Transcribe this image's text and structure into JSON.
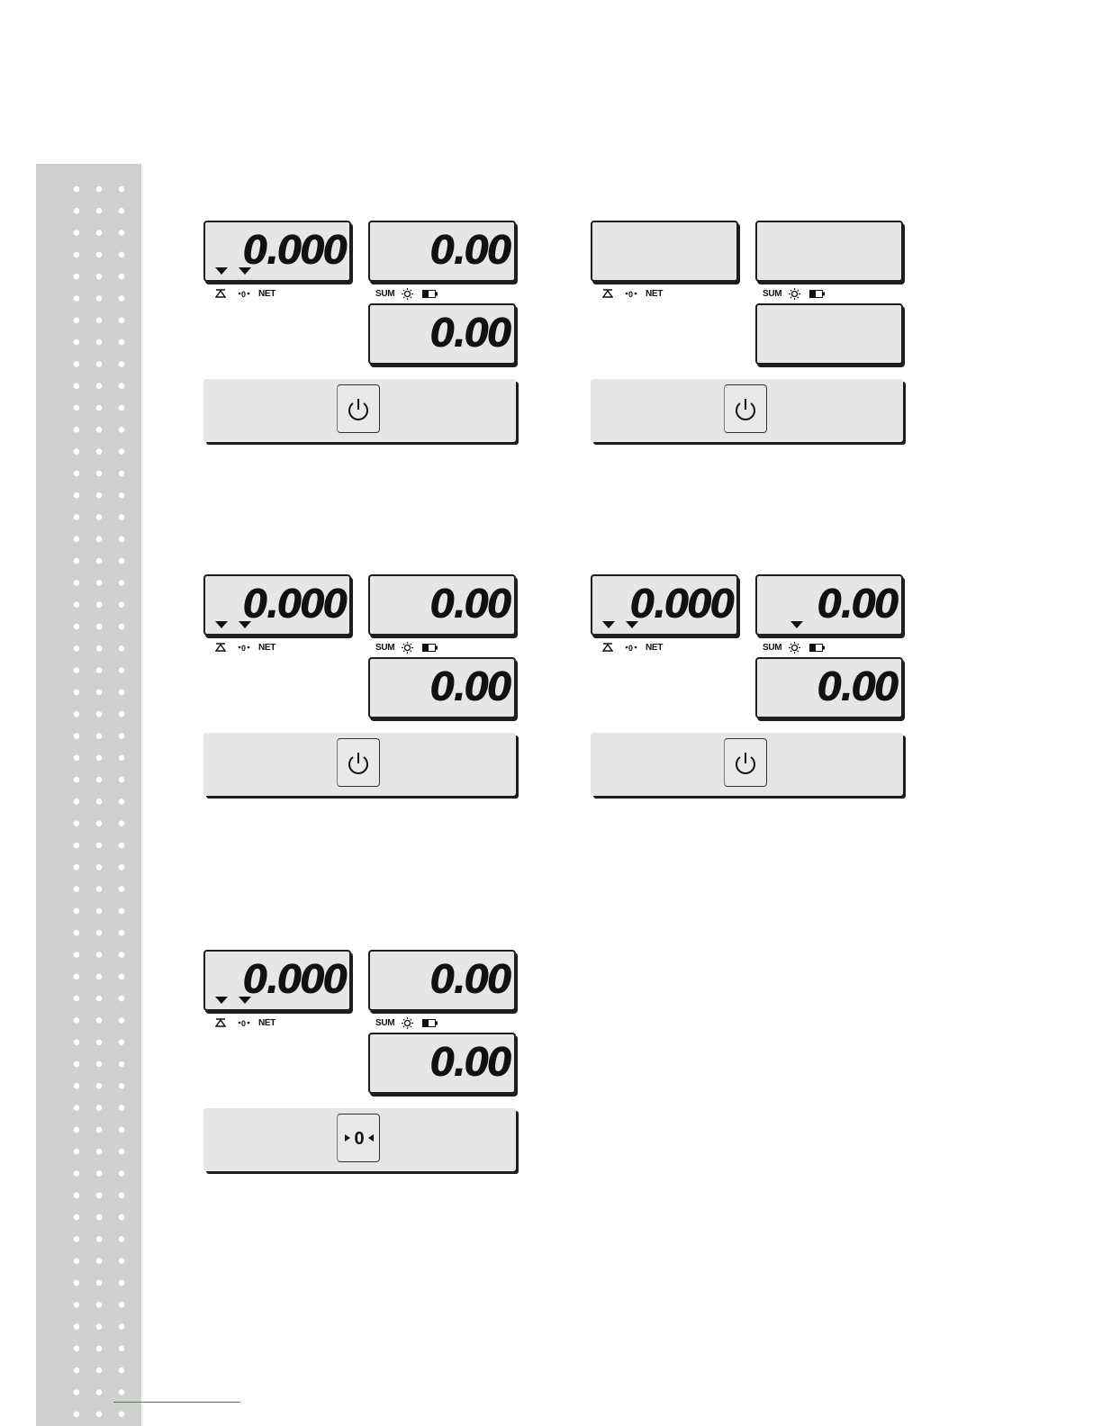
{
  "indicator_labels": {
    "left": [
      "NET"
    ],
    "right": [
      "SUM"
    ]
  },
  "scales": [
    {
      "id": "s1",
      "weight": "0.000",
      "price": "0.00",
      "total": "0.00",
      "weight_arrows": 2,
      "price_arrow": false,
      "key_icon": "power-icon"
    },
    {
      "id": "s2",
      "weight": "",
      "price": "",
      "total": "",
      "weight_arrows": 0,
      "price_arrow": false,
      "key_icon": "power-icon"
    },
    {
      "id": "s3",
      "weight": "0.000",
      "price": "0.00",
      "total": "0.00",
      "weight_arrows": 2,
      "price_arrow": false,
      "key_icon": "power-icon"
    },
    {
      "id": "s4",
      "weight": "0.000",
      "price": "0.00",
      "total": "0.00",
      "weight_arrows": 2,
      "price_arrow": true,
      "key_icon": "power-icon"
    },
    {
      "id": "s5",
      "weight": "0.000",
      "price": "0.00",
      "total": "0.00",
      "weight_arrows": 2,
      "price_arrow": false,
      "key_icon": "zero-icon",
      "key_text": "0"
    }
  ],
  "colors": {
    "sidebar": "#d0d0d0",
    "lcd_background": "#e6e6e6",
    "outline": "#1e1e1e",
    "footer_line": "#4a64c8"
  }
}
